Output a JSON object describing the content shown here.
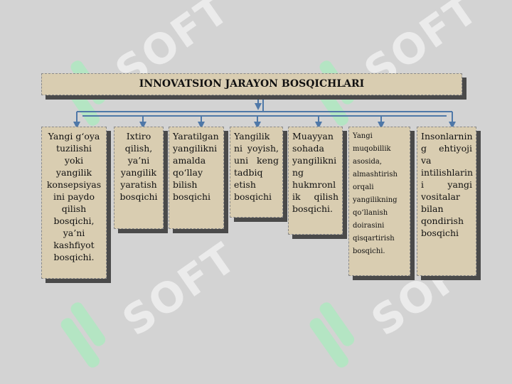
{
  "title": "INNOVATSION JARAYON BOSQICHLARI",
  "stages": [
    {
      "text": "Yangi g‘oya tuzilishi yoki yangilik konsepsiyas ini paydo qilish bosqichi, ya’ni kashfiyot bosqichi."
    },
    {
      "text": "Ixtiro qilish, ya’ni yangilik yaratish bosqichi"
    },
    {
      "text": "Yaratilgan yangilikni amalda qo‘llay bilish bosqichi"
    },
    {
      "text": "Yangilik ni yoyish, uni keng tadbiq etish bosqichi"
    },
    {
      "text": "Muayyan sohada yangilikni ng hukmronl ik qilish bosqichi."
    },
    {
      "text": "Yangi muqobillik asosida, almashtirish orqali yangilikning qo‘llanish doirasini qisqartirish bosqichi."
    },
    {
      "text": "Insonlarnin g ehtiyoji va intilishlarin i yangi vositalar bilan qondirish bosqichi"
    }
  ],
  "watermark": {
    "text": "SOFT"
  },
  "colors": {
    "connector": "#4f78a8",
    "box_fill": "#d9cdb1",
    "shadow": "#4a4a4a",
    "background": "#d3d3d3"
  }
}
